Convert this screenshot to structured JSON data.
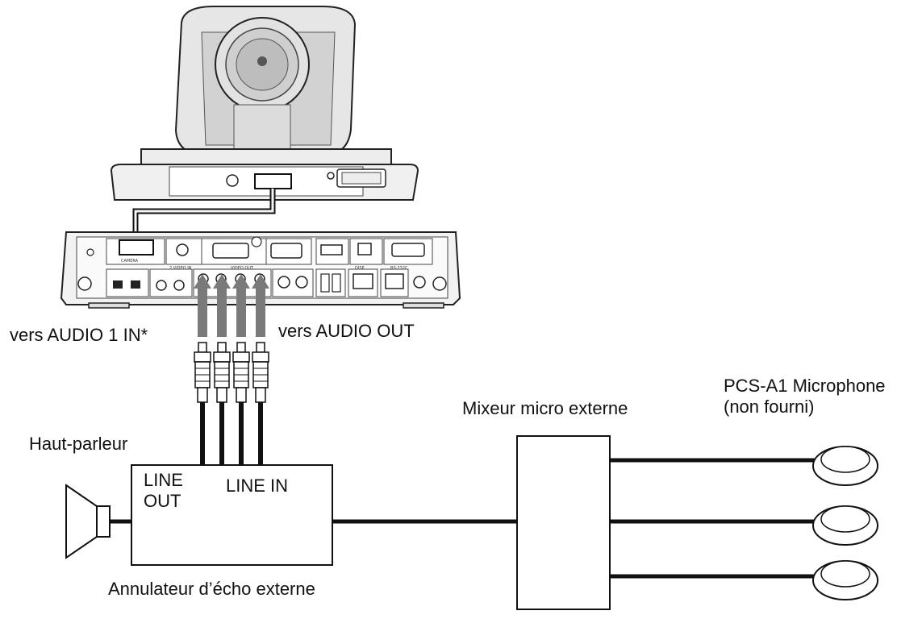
{
  "labels": {
    "to_audio_in": "vers AUDIO 1 IN*",
    "to_audio_out": "vers AUDIO OUT",
    "speaker": "Haut-parleur",
    "line_out": [
      "LINE",
      "OUT"
    ],
    "line_in": "LINE IN",
    "echo_canceller": "Annulateur d’écho externe",
    "mixer": "Mixeur micro externe",
    "microphone": [
      "PCS-A1 Microphone",
      "(non fourni)"
    ]
  }
}
